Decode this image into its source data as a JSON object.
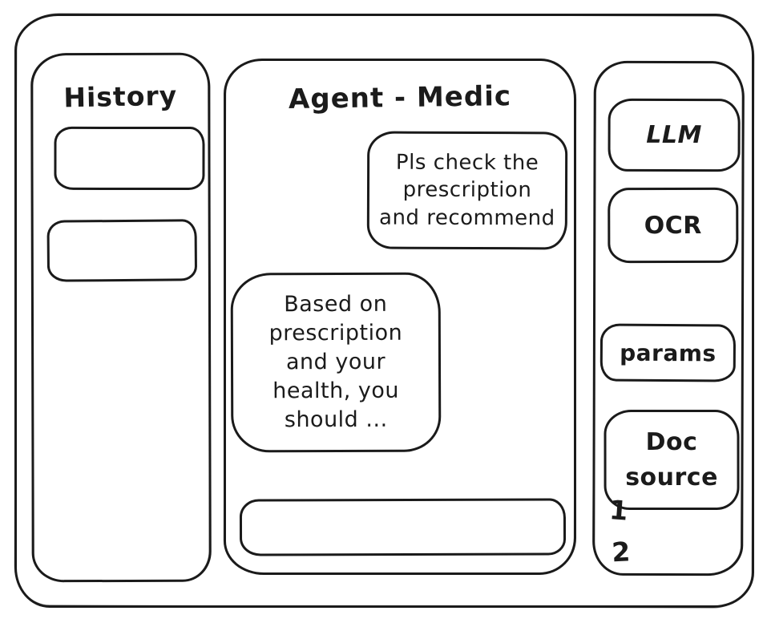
{
  "colors": {
    "ink": "#1b1b1b",
    "background": "#ffffff"
  },
  "history": {
    "title": "History",
    "items": [
      {
        "label": ""
      },
      {
        "label": ""
      }
    ]
  },
  "chat": {
    "title": "Agent - Medic",
    "messages": [
      {
        "role": "user",
        "text": "Pls check the\nprescription\nand recommend"
      },
      {
        "role": "assistant",
        "text": "Based on\nprescription\nand your\nhealth, you\nshould ..."
      }
    ],
    "input": {
      "value": ""
    }
  },
  "tools": {
    "buttons": [
      {
        "label": "LLM"
      },
      {
        "label": "OCR"
      },
      {
        "label": "params"
      },
      {
        "label": "Doc source"
      }
    ],
    "annotations": [
      "1",
      "2"
    ]
  }
}
